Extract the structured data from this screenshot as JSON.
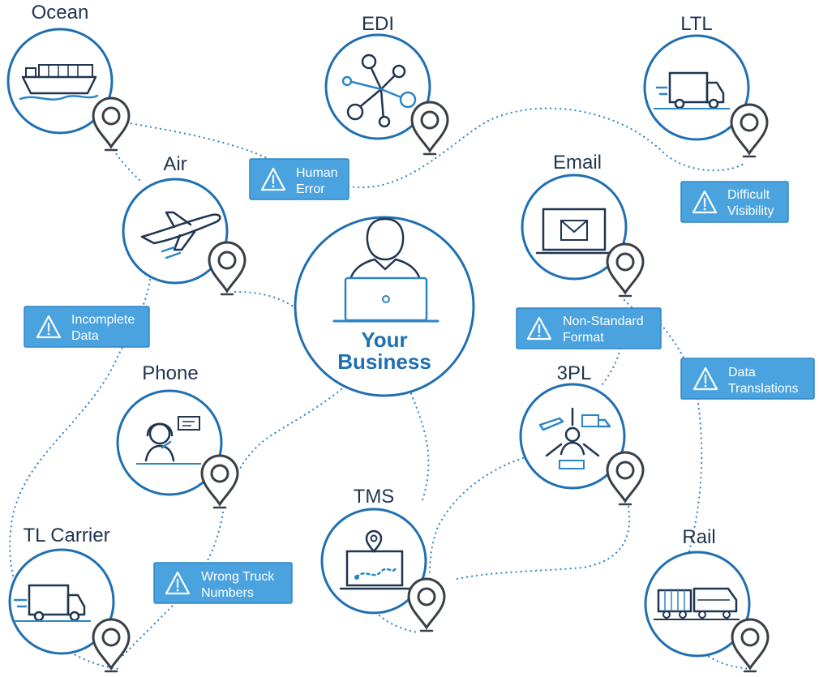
{
  "colors": {
    "primary_blue": "#1f6fb2",
    "badge_blue": "#4aa3df",
    "dark_navy": "#1f3550",
    "pin_gray": "#3a4048"
  },
  "center": {
    "line1": "Your",
    "line2": "Business",
    "icon": "person-laptop-icon"
  },
  "nodes": {
    "ocean": {
      "label": "Ocean",
      "icon": "ship-icon"
    },
    "edi": {
      "label": "EDI",
      "icon": "network-icon"
    },
    "ltl": {
      "label": "LTL",
      "icon": "truck-icon"
    },
    "air": {
      "label": "Air",
      "icon": "airplane-icon"
    },
    "email": {
      "label": "Email",
      "icon": "envelope-monitor-icon"
    },
    "phone": {
      "label": "Phone",
      "icon": "headset-icon"
    },
    "threepl": {
      "label": "3PL",
      "icon": "logistics-hub-icon"
    },
    "tms": {
      "label": "TMS",
      "icon": "route-screen-icon"
    },
    "tl_carrier": {
      "label": "TL Carrier",
      "icon": "truck-icon"
    },
    "rail": {
      "label": "Rail",
      "icon": "train-icon"
    }
  },
  "badges": {
    "human_error": {
      "line1": "Human",
      "line2": "Error",
      "icon": "warning-icon"
    },
    "difficult_visibility": {
      "line1": "Difficult",
      "line2": "Visibility",
      "icon": "warning-icon"
    },
    "incomplete_data": {
      "line1": "Incomplete",
      "line2": "Data",
      "icon": "warning-icon"
    },
    "non_standard_format": {
      "line1": "Non-Standard",
      "line2": "Format",
      "icon": "warning-icon"
    },
    "data_translations": {
      "line1": "Data",
      "line2": "Translations",
      "icon": "warning-icon"
    },
    "wrong_truck_numbers": {
      "line1": "Wrong Truck",
      "line2": "Numbers",
      "icon": "warning-icon"
    }
  }
}
